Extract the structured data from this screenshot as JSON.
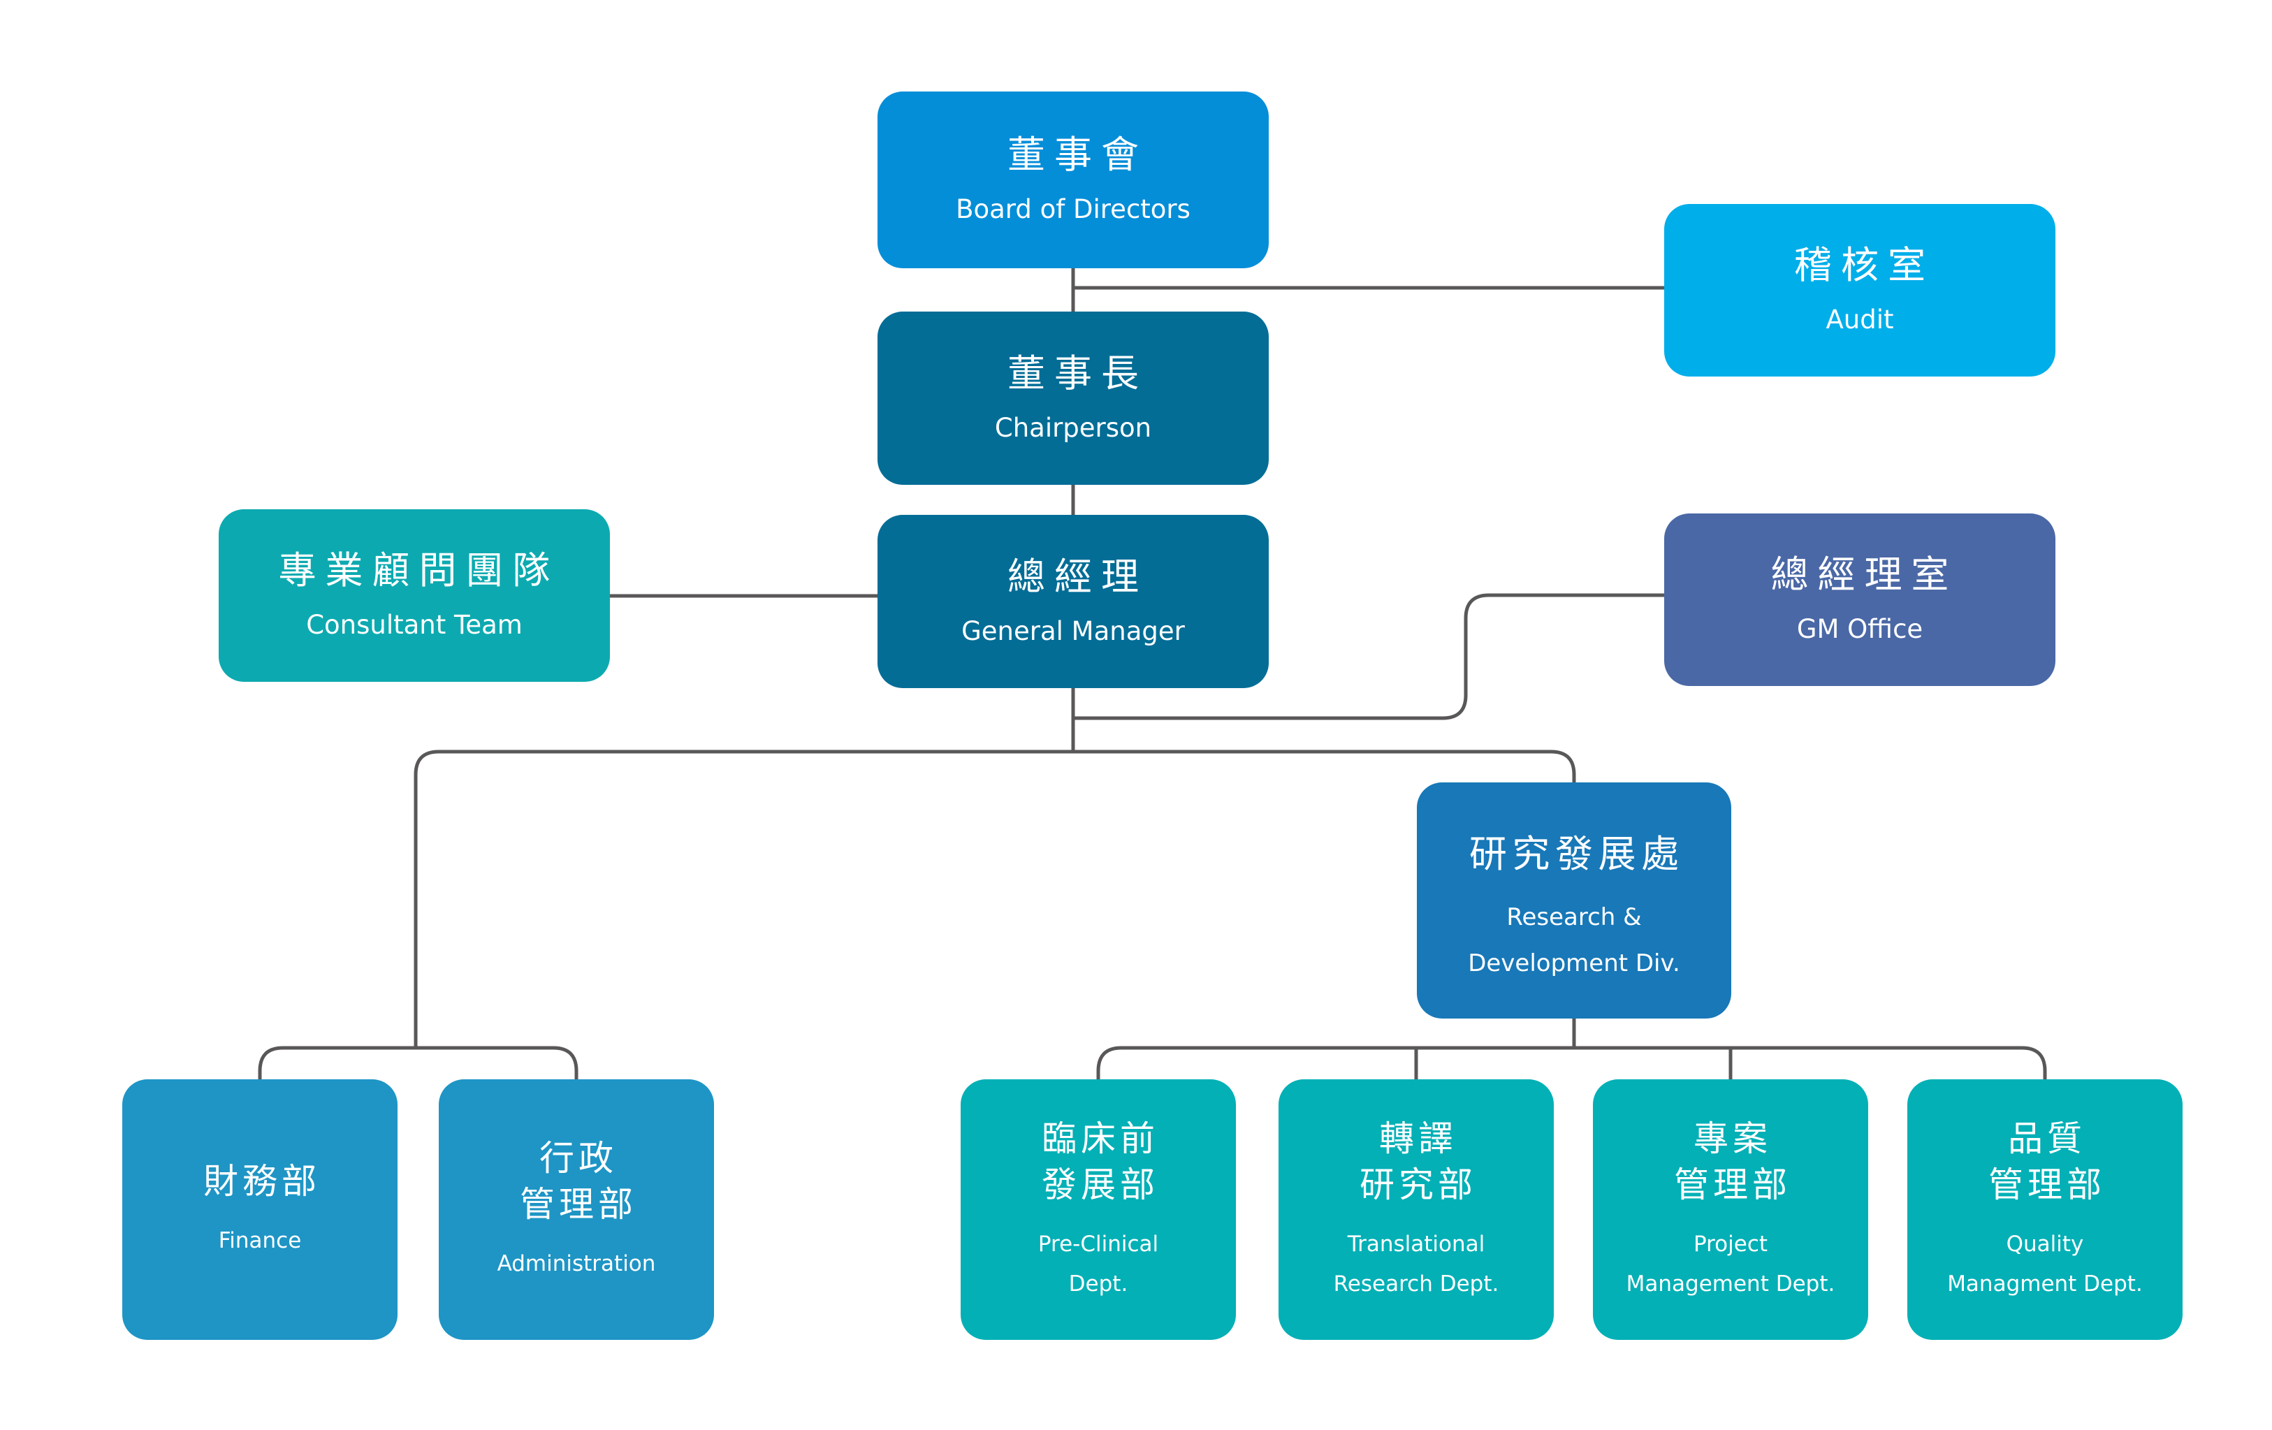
{
  "palette": {
    "background": "#ffffff",
    "text": "#ffffff",
    "line": "#595757",
    "board_blue": "#058ed8",
    "audit_cyan": "#00aeea",
    "executive_dark": "#036d96",
    "consultant_teal": "#0caab0",
    "gm_office_slate": "#4a68a6",
    "rnd_blue": "#1878b8",
    "dept_blue": "#1e95c5",
    "dept_teal": "#02b0b6"
  },
  "nodes": {
    "board": {
      "zh_lines": [
        "董事會"
      ],
      "en_lines": [
        "Board of Directors"
      ]
    },
    "audit": {
      "zh_lines": [
        "稽核室"
      ],
      "en_lines": [
        "Audit"
      ]
    },
    "chairperson": {
      "zh_lines": [
        "董事長"
      ],
      "en_lines": [
        "Chairperson"
      ]
    },
    "consultant": {
      "zh_lines": [
        "專業顧問團隊"
      ],
      "en_lines": [
        "Consultant Team"
      ]
    },
    "gm": {
      "zh_lines": [
        "總經理"
      ],
      "en_lines": [
        "General Manager"
      ]
    },
    "gmoffice": {
      "zh_lines": [
        "總經理室"
      ],
      "en_lines": [
        "GM Office"
      ]
    },
    "rnd": {
      "zh_lines": [
        "研究發展處"
      ],
      "en_lines": [
        "Research &",
        "Development Div."
      ]
    },
    "finance": {
      "zh_lines": [
        "財務部"
      ],
      "en_lines": [
        "Finance"
      ]
    },
    "admin": {
      "zh_lines": [
        "行政",
        "管理部"
      ],
      "en_lines": [
        "Administration"
      ]
    },
    "preclinical": {
      "zh_lines": [
        "臨床前",
        "發展部"
      ],
      "en_lines": [
        "Pre-Clinical",
        "Dept."
      ]
    },
    "translational": {
      "zh_lines": [
        "轉譯",
        "研究部"
      ],
      "en_lines": [
        "Translational",
        "Research Dept."
      ]
    },
    "project": {
      "zh_lines": [
        "專案",
        "管理部"
      ],
      "en_lines": [
        "Project",
        "Management Dept."
      ]
    },
    "quality": {
      "zh_lines": [
        "品質",
        "管理部"
      ],
      "en_lines": [
        "Quality",
        "Managment Dept."
      ]
    }
  }
}
